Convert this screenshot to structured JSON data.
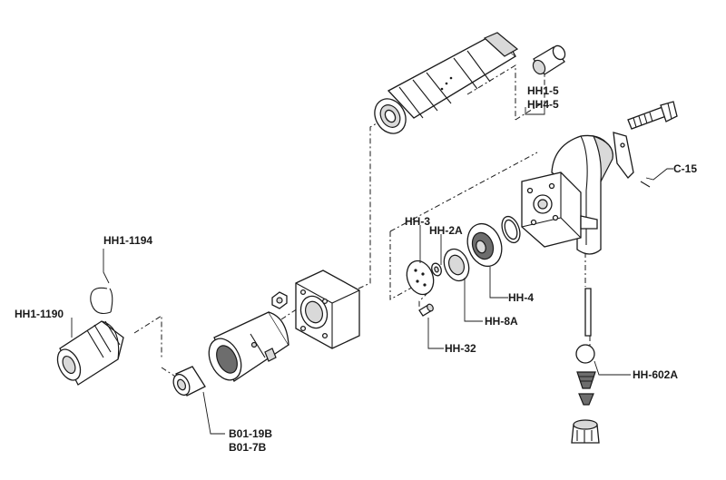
{
  "labels": {
    "hh1_5": "HH1-5",
    "hh4_5": "HH4-5",
    "c_15": "C-15",
    "hh1_1194": "HH1-1194",
    "hh_3": "HH-3",
    "hh_2a": "HH-2A",
    "hh1_1190": "HH1-1190",
    "hh_4": "HH-4",
    "hh_8a": "HH-8A",
    "hh_32": "HH-32",
    "hh_602a": "HH-602A",
    "b01_19b": "B01-19B",
    "b01_7b": "B01-7B"
  }
}
